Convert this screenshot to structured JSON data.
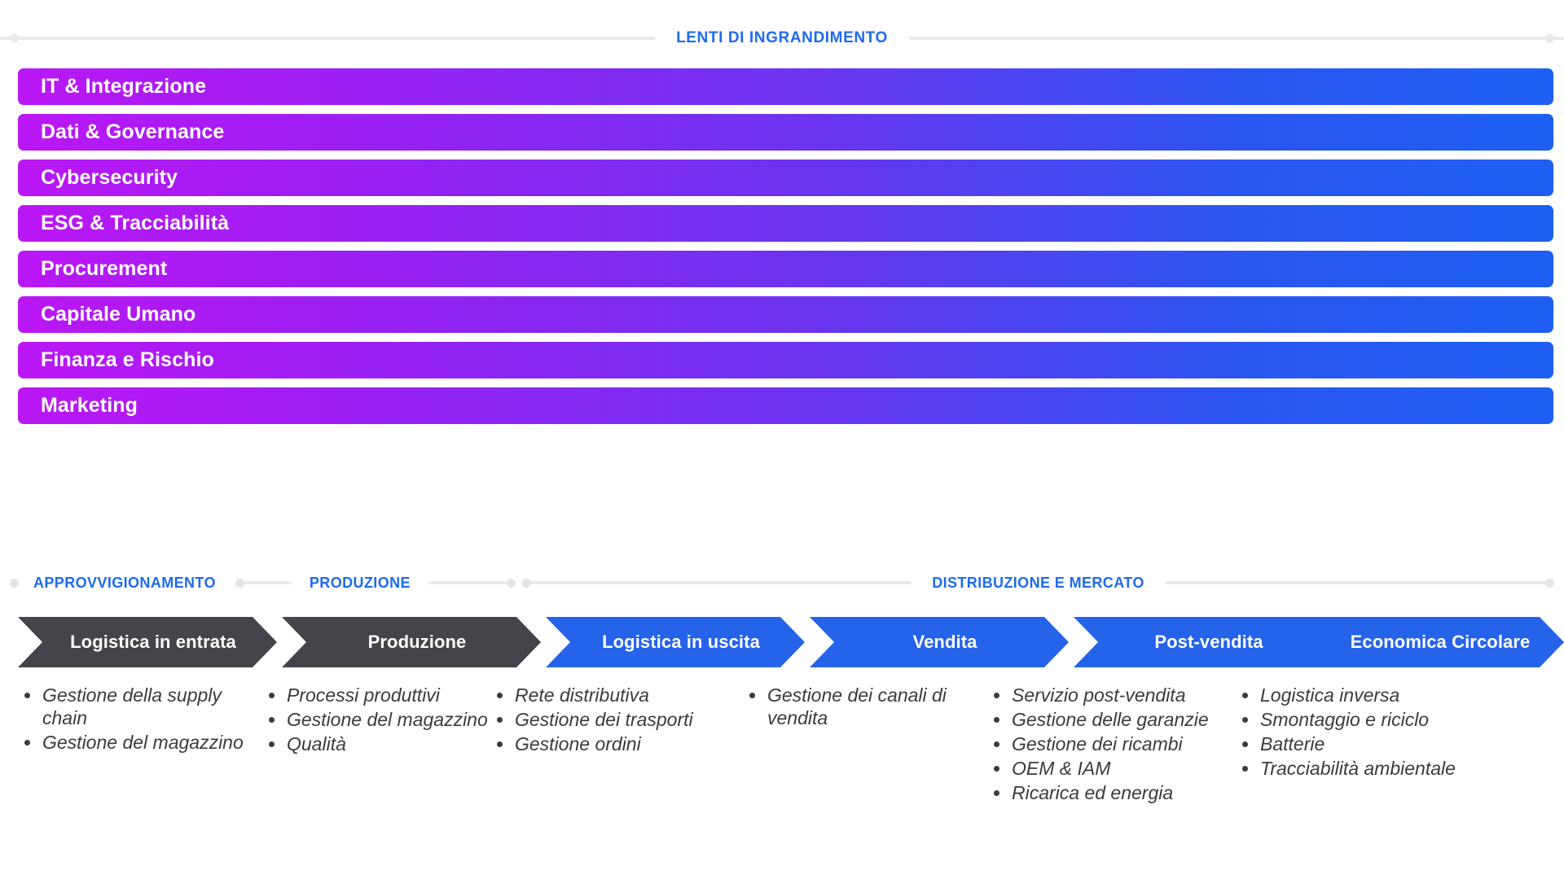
{
  "header": {
    "title": "LENTI DI INGRANDIMENTO"
  },
  "lenses": {
    "items": [
      {
        "label": "IT & Integrazione"
      },
      {
        "label": "Dati & Governance"
      },
      {
        "label": "Cybersecurity"
      },
      {
        "label": "ESG & Tracciabilità"
      },
      {
        "label": "Procurement"
      },
      {
        "label": "Capitale Umano"
      },
      {
        "label": "Finanza e Rischio"
      },
      {
        "label": "Marketing"
      }
    ]
  },
  "stages": {
    "items": [
      {
        "label": "APPROVVIGIONAMENTO"
      },
      {
        "label": "PRODUZIONE"
      },
      {
        "label": "DISTRIBUZIONE E MERCATO"
      }
    ]
  },
  "process": {
    "steps": [
      {
        "label": "Logistica in entrata",
        "color": "#43454A",
        "bullets": [
          "Gestione della supply chain",
          "Gestione del magazzino"
        ]
      },
      {
        "label": "Produzione",
        "color": "#43454A",
        "bullets": [
          "Processi produttivi",
          "Gestione del magazzino",
          "Qualità"
        ]
      },
      {
        "label": "Logistica in uscita",
        "color": "#2563EB",
        "bullets": [
          "Rete distributiva",
          "Gestione dei trasporti",
          "Gestione ordini"
        ]
      },
      {
        "label": "Vendita",
        "color": "#2563EB",
        "bullets": [
          "Gestione dei canali di vendita"
        ]
      },
      {
        "label": "Post-vendita",
        "color": "#2563EB",
        "bullets": [
          "Servizio post-vendita",
          "Gestione delle garanzie",
          "Gestione dei ricambi",
          "OEM & IAM",
          "Ricarica ed energia"
        ]
      },
      {
        "label": "Economica Circolare",
        "color": "#2563EB",
        "bullets": [
          "Logistica inversa",
          "Smontaggio e riciclo",
          "Batterie",
          "Tracciabilità ambientale"
        ]
      }
    ]
  },
  "colors": {
    "accent_blue": "#1E6AF0",
    "chevron_blue": "#2563EB",
    "chevron_gray": "#43454A",
    "gradient_start": "#BB17F5",
    "gradient_end": "#1E5FF2",
    "rule_gray": "#E9EAEC",
    "text_dark": "#3B3B3B"
  }
}
